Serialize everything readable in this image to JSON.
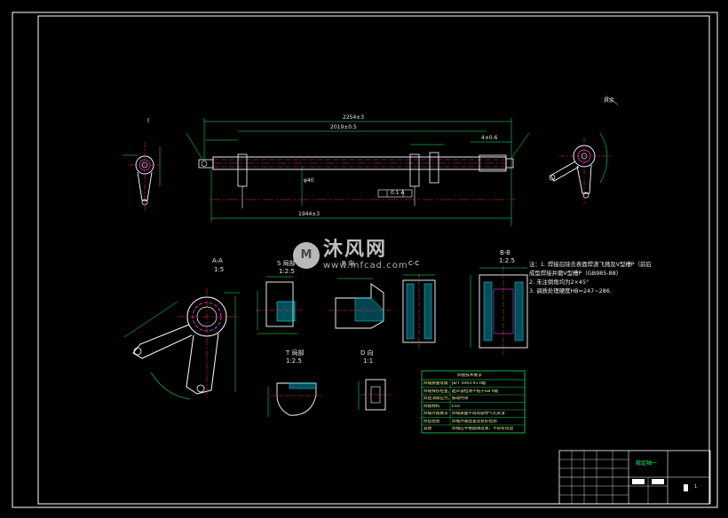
{
  "views": {
    "main_label": "I",
    "section_aa": {
      "title": "A-A",
      "scale": "1:5"
    },
    "section_bb": {
      "title": "B-B",
      "scale": "1:2.5"
    },
    "view_s": {
      "title": "S 局部",
      "scale": "1:2.5"
    },
    "view_t": {
      "title": "T 局部",
      "scale": "1:2.5"
    },
    "view_d": {
      "title": "D 向",
      "scale": "1:1"
    },
    "view_r": {
      "title": "R 向"
    },
    "view_c": {
      "title": "C-C"
    }
  },
  "dimensions": {
    "overall_length": "2254±3",
    "inner_length": "2019±0.5",
    "bottom_length": "1944±3",
    "small_dim": "4±0.6",
    "vert_dim": "φ40",
    "tolerance_box": "0.1 A",
    "ra_symbol": "其余"
  },
  "notes": [
    "注：1. 焊接后除去表面焊渣飞溅及V型槽P（前后",
    "    成型焊接并磨V型槽P（GB985-88）",
    "2. 未注倒角均为2×45°",
    "3. 调质处理硬度HB=247~286."
  ],
  "requirements_table": {
    "title": "焊接技术要求",
    "rows": [
      [
        "焊缝质量等级",
        "JB/T 5943-91 II级"
      ],
      [
        "焊缝探伤检查方法",
        "超声波检测不低于GB II级"
      ],
      [
        "焊后消除应力方法",
        "振动时效"
      ],
      [
        "焊接材料",
        "E50"
      ],
      [
        "焊缝外观要求",
        "焊缝表面不得有裂纹气孔夹渣"
      ],
      [
        "焊后检验",
        "焊缝外观检查及变形检测"
      ],
      [
        "其他",
        "焊缝应平整圆滑过渡，不得有咬边"
      ]
    ]
  },
  "title_block": {
    "drawing_name": "稳定轴一",
    "sheet_no": "1"
  },
  "watermark": {
    "site_cn": "沐风网",
    "site_url": "www.mfcad.com"
  },
  "colors": {
    "frame": "#ffffff",
    "part": "#ffffff",
    "dimension": "#00ff66",
    "center": "#ff3333",
    "hatch": "#00e5ff",
    "accent": "#ff33ff",
    "yellow": "#ffff66"
  }
}
